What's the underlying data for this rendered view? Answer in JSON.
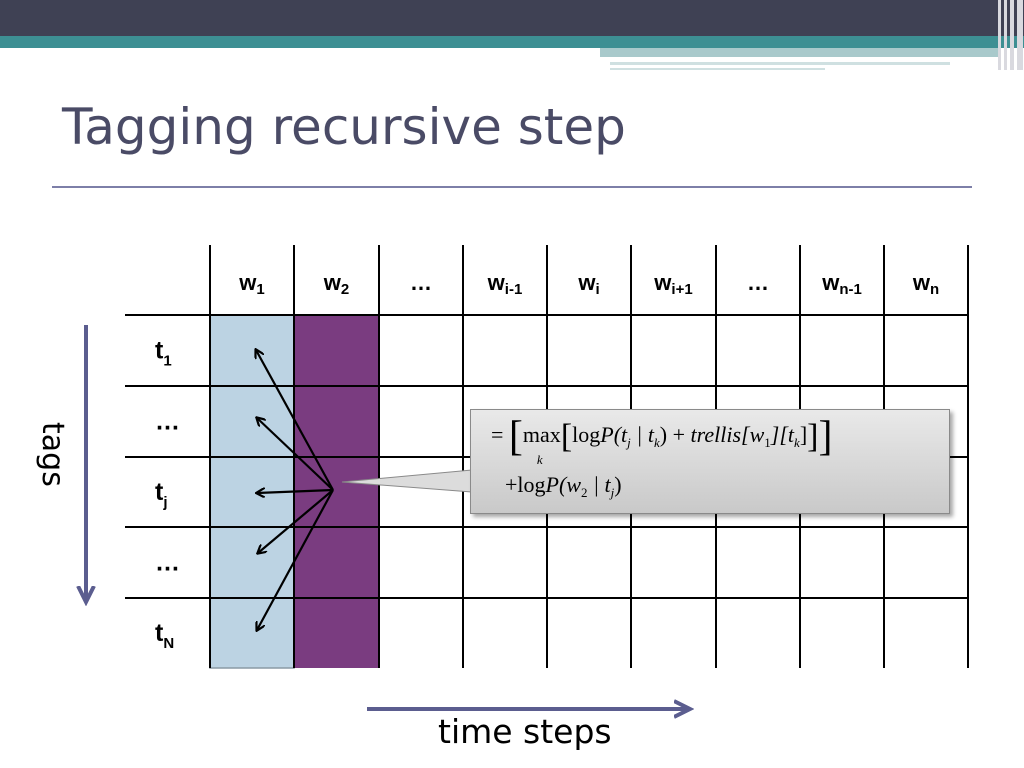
{
  "slide": {
    "title": "Tagging recursive step"
  },
  "columns": [
    {
      "base": "w",
      "sub": "1"
    },
    {
      "base": "w",
      "sub": "2"
    },
    {
      "base": "…",
      "sub": ""
    },
    {
      "base": "w",
      "sub": "i-1"
    },
    {
      "base": "w",
      "sub": "i"
    },
    {
      "base": "w",
      "sub": "i+1"
    },
    {
      "base": "…",
      "sub": ""
    },
    {
      "base": "w",
      "sub": "n-1"
    },
    {
      "base": "w",
      "sub": "n"
    }
  ],
  "rows": [
    {
      "base": "t",
      "sub": "1"
    },
    {
      "base": "…",
      "sub": ""
    },
    {
      "base": "t",
      "sub": "j"
    },
    {
      "base": "…",
      "sub": ""
    },
    {
      "base": "t",
      "sub": "N"
    }
  ],
  "axes": {
    "vertical_label": "tags",
    "horizontal_label": "time steps"
  },
  "colors": {
    "column1_fill": "#bcd3e3",
    "column2_fill": "#7a3c80",
    "axis_arrow": "#5b5d8f",
    "title": "#4a4b66"
  },
  "formula": {
    "eq": "=",
    "max": "max",
    "max_sub": "k",
    "log1": "log",
    "P1": "P",
    "args1": "(t",
    "args1_sub": "j",
    "args1_mid": " | t",
    "args1_sub2": "k",
    "args1_end": ")",
    "plus1": " + ",
    "trellis": "trellis",
    "trellis_args": "[w",
    "trellis_sub": "1",
    "trellis_mid": "][t",
    "trellis_sub2": "k",
    "trellis_end": "]",
    "line2_plus": "+",
    "log2": "log",
    "P2": "P",
    "args2": "(w",
    "args2_sub": "2",
    "args2_mid": " | t",
    "args2_sub2": "j",
    "args2_end": ")"
  }
}
